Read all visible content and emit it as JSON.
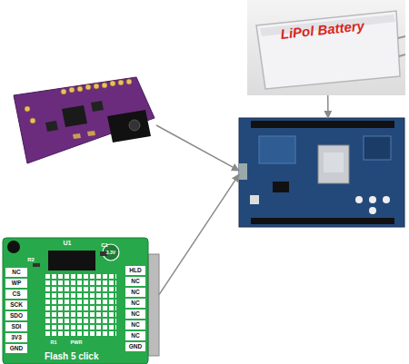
{
  "diagram": {
    "nodes": [
      {
        "text": [
          "LiPol Battery"
        ]
      },
      {
        "text": []
      },
      {
        "text": []
      },
      {
        "text": [
          "Flash 5 click"
        ]
      }
    ],
    "edges": [
      {
        "from": 0,
        "to": 2,
        "arrow": "to"
      },
      {
        "from": 1,
        "to": 2,
        "arrow": "to"
      },
      {
        "from": 3,
        "to": 2,
        "arrow": "to"
      }
    ],
    "labels": [
      "U1",
      "C1",
      "R2",
      "3.3V",
      "NC",
      "WP",
      "CS",
      "SCK",
      "SDO",
      "SDI",
      "3V3",
      "GND",
      "HLD",
      "NC",
      "NC",
      "NC",
      "NC",
      "NC",
      "NC",
      "GND",
      "R1",
      "PWR"
    ]
  }
}
